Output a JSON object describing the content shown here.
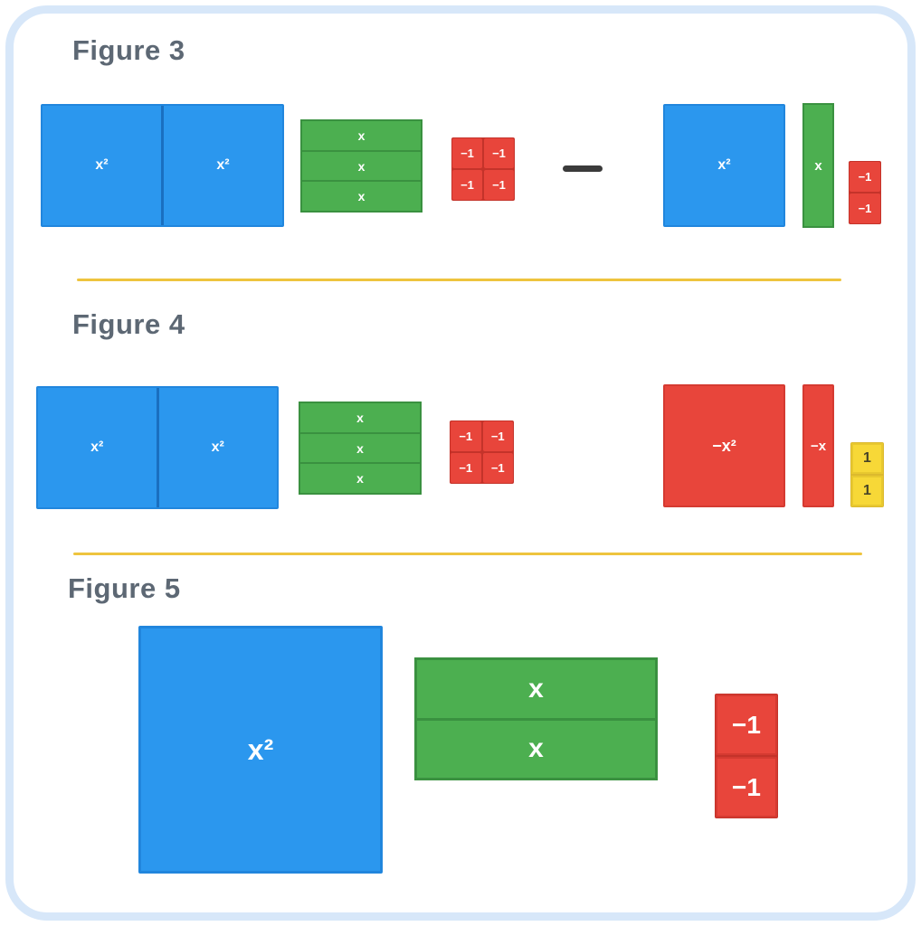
{
  "colors": {
    "blue_tile": "#2b97ee",
    "blue_border": "#1a6fc0",
    "green_tile": "#4caf50",
    "green_border": "#3a9140",
    "red_tile": "#e8453b",
    "red_border": "#c4332a",
    "yellow_tile": "#f7d837",
    "yellow_border": "#e8c82f",
    "divider_gold": "#eec43e",
    "title_gray": "#5d6874",
    "frame_blue": "#d7e7f9",
    "minus_dark": "#3b3b3b"
  },
  "figure3": {
    "title": "Figure 3",
    "left": {
      "x2_tiles": [
        "x²",
        "x²"
      ],
      "x_tiles": [
        "x",
        "x",
        "x"
      ],
      "neg1_tiles": [
        "−1",
        "−1",
        "−1",
        "−1"
      ]
    },
    "operator": "−",
    "right": {
      "x2_tile": "x²",
      "x_tile": "x",
      "neg1_tiles": [
        "−1",
        "−1"
      ]
    }
  },
  "figure4": {
    "title": "Figure 4",
    "left": {
      "x2_tiles": [
        "x²",
        "x²"
      ],
      "x_tiles": [
        "x",
        "x",
        "x"
      ],
      "neg1_tiles": [
        "−1",
        "−1",
        "−1",
        "−1"
      ]
    },
    "right": {
      "neg_x2_tile": "−x²",
      "neg_x_tile": "−x",
      "one_tiles": [
        "1",
        "1"
      ]
    }
  },
  "figure5": {
    "title": "Figure 5",
    "x2_tile": "x²",
    "x_tiles": [
      "x",
      "x"
    ],
    "neg1_tiles": [
      "−1",
      "−1"
    ]
  }
}
